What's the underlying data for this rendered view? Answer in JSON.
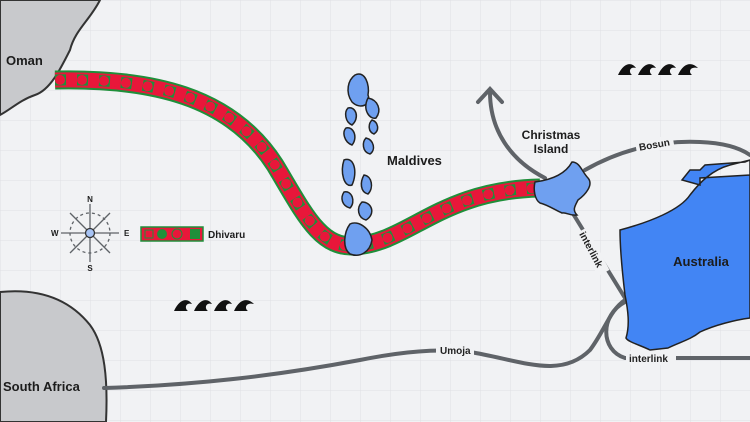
{
  "regions": {
    "oman": "Oman",
    "south_africa": "South Africa",
    "maldives": "Maldives",
    "christmas_island": [
      "Christmas",
      "Island"
    ],
    "australia": "Australia"
  },
  "routes": {
    "umoja": "Umoja",
    "bosun": "Bosun",
    "interlink_north": "interlink",
    "interlink_south": "interlink"
  },
  "legend": {
    "cable_label": "Dhivaru"
  },
  "compass": {
    "n": "N",
    "s": "S",
    "e": "E",
    "w": "W"
  },
  "colors": {
    "land_grey": "#c8c9cc",
    "land_blue": "#4285f4",
    "island_blue": "#6fa0f0",
    "cable_red": "#e8173a",
    "cable_green": "#1f8f3a",
    "route_grey": "#5f6368"
  }
}
